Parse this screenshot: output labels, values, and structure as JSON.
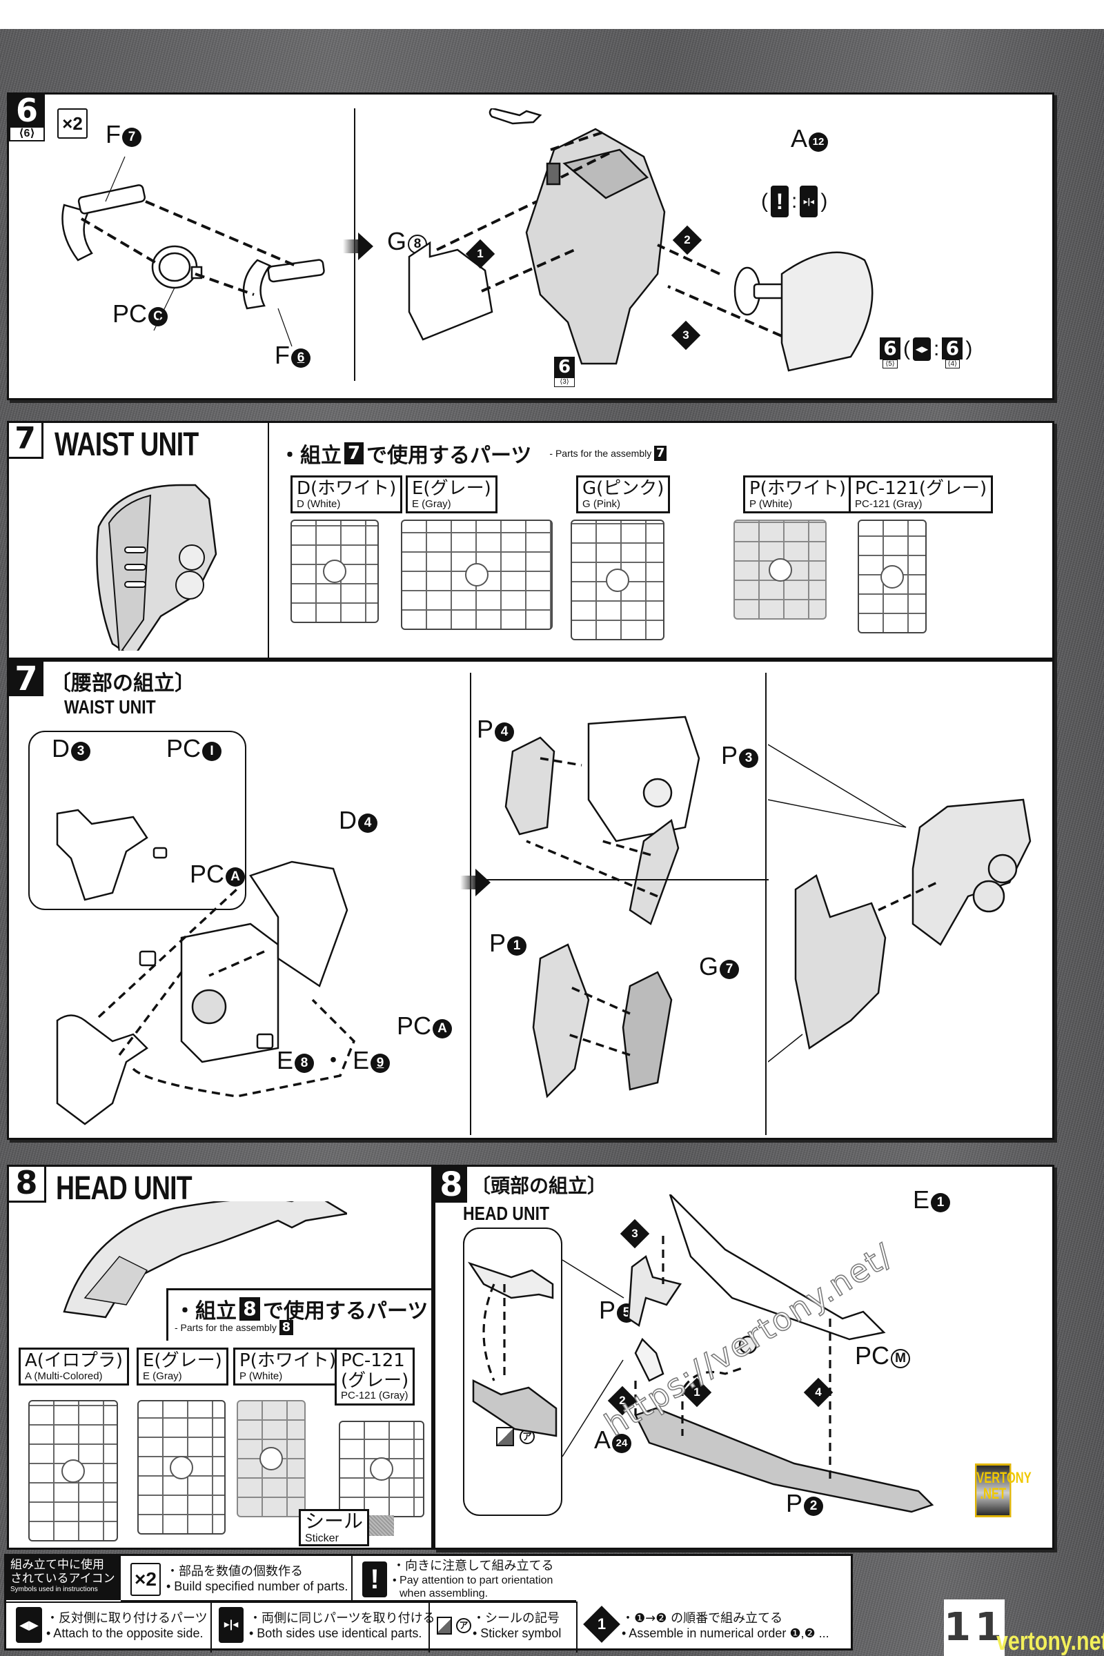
{
  "page": {
    "number": "11",
    "watermark_url": "https://vertony.net/",
    "badge_line1": "VERTONY",
    "badge_line2": ".NET",
    "footer_site": "vertony.net"
  },
  "step6": {
    "step": "6",
    "sub_count": "⟨6⟩",
    "multiplier": "×2",
    "left_parts": {
      "f7": {
        "letter": "F",
        "num": "7"
      },
      "pcc": {
        "letter": "PC",
        "num": "C"
      },
      "f6": {
        "letter": "F",
        "num": "6"
      }
    },
    "right_parts": {
      "g8": {
        "letter": "G",
        "num": "8"
      },
      "a12": {
        "letter": "A",
        "num": "12"
      },
      "base_step": "6",
      "base_sub": "⟨3⟩",
      "orientation_note": [
        "(",
        "!",
        ":",
        "▸|◂",
        ")"
      ],
      "result_step": "6",
      "result_sub": "⟨5⟩",
      "opposite_step": "6",
      "opposite_sub": "⟨4⟩"
    },
    "order": [
      "1",
      "2",
      "3"
    ]
  },
  "step7_parts": {
    "step": "7",
    "title": "WAIST UNIT",
    "heading_prefix": "・組立",
    "heading_num": "7",
    "heading_suffix": "で使用するパーツ",
    "heading_en": "- Parts for the assembly",
    "heading_en_num": "7",
    "runners": [
      {
        "jp": "D(ホワイト)",
        "en": "D (White)"
      },
      {
        "jp": "E(グレー)",
        "en": "E (Gray)"
      },
      {
        "jp": "G(ピンク)",
        "en": "G (Pink)"
      },
      {
        "jp": "P(ホワイト)",
        "en": "P (White)"
      },
      {
        "jp": "PC-121(グレー)",
        "en": "PC-121 (Gray)"
      }
    ]
  },
  "step7_assembly": {
    "step": "7",
    "title_jp": "〔腰部の組立〕",
    "title_en": "WAIST UNIT",
    "parts": {
      "d3": {
        "letter": "D",
        "num": "3"
      },
      "pci": {
        "letter": "PC",
        "num": "I"
      },
      "d4": {
        "letter": "D",
        "num": "4"
      },
      "pca1": {
        "letter": "PC",
        "num": "A"
      },
      "pca2": {
        "letter": "PC",
        "num": "A"
      },
      "e8": {
        "letter": "E",
        "num": "8"
      },
      "e9": {
        "letter": "E",
        "num": "9"
      },
      "p4": {
        "letter": "P",
        "num": "4"
      },
      "p3": {
        "letter": "P",
        "num": "3"
      },
      "p1": {
        "letter": "P",
        "num": "1"
      },
      "g7": {
        "letter": "G",
        "num": "7"
      }
    },
    "dot_sep": "・"
  },
  "step8_parts": {
    "step": "8",
    "title": "HEAD UNIT",
    "heading_prefix": "・組立",
    "heading_num": "8",
    "heading_suffix": "で使用するパーツ",
    "heading_en": "- Parts for the assembly",
    "heading_en_num": "8",
    "runners": [
      {
        "jp": "A(イロプラ)",
        "en": "A (Multi-Colored)"
      },
      {
        "jp": "E(グレー)",
        "en": "E (Gray)"
      },
      {
        "jp": "P(ホワイト)",
        "en": "P (White)"
      },
      {
        "jp": "PC-121\n(グレー)",
        "jp1": "PC-121",
        "jp2": "(グレー)",
        "en": "PC-121 (Gray)"
      }
    ],
    "sticker_jp": "シール",
    "sticker_en": "Sticker"
  },
  "step8_assembly": {
    "step": "8",
    "title_jp": "〔頭部の組立〕",
    "title_en": "HEAD UNIT",
    "parts": {
      "e1": {
        "letter": "E",
        "num": "1"
      },
      "p5": {
        "letter": "P",
        "num": "5"
      },
      "pcm": {
        "letter": "PC",
        "num": "M"
      },
      "a24": {
        "letter": "A",
        "num": "24"
      },
      "p2": {
        "letter": "P",
        "num": "2"
      },
      "sticker_mark": "ア"
    },
    "order": [
      "1",
      "2",
      "3",
      "4"
    ]
  },
  "legend": {
    "title_jp1": "組み立て中に使用",
    "title_jp2": "されているアイコン",
    "title_en": "Symbols used in instructions",
    "items": [
      {
        "icon": "x2-icon",
        "glyph": "×2",
        "jp": "・部品を数値の個数作る",
        "en": "• Build specified number of parts."
      },
      {
        "icon": "exclamation-icon",
        "glyph": "!",
        "jp": "・向きに注意して組み立てる",
        "en": "• Pay attention to part orientation",
        "en2": "when assembling."
      },
      {
        "icon": "opposite-side-icon",
        "glyph": "◀▶",
        "jp": "・反対側に取り付けるパーツ",
        "en": "• Attach to the opposite side."
      },
      {
        "icon": "identical-sides-icon",
        "glyph": "▸|◂",
        "jp": "・両側に同じパーツを取り付ける",
        "en": "• Both sides use identical parts."
      },
      {
        "icon": "sticker-icon",
        "glyph": "ア",
        "jp": "・シールの記号",
        "en": "• Sticker symbol"
      },
      {
        "icon": "order-diamond-icon",
        "glyph": "1",
        "jp": "・❶→❷ の順番で組み立てる",
        "en": "• Assemble in numerical order ❶,❷ ..."
      }
    ]
  }
}
